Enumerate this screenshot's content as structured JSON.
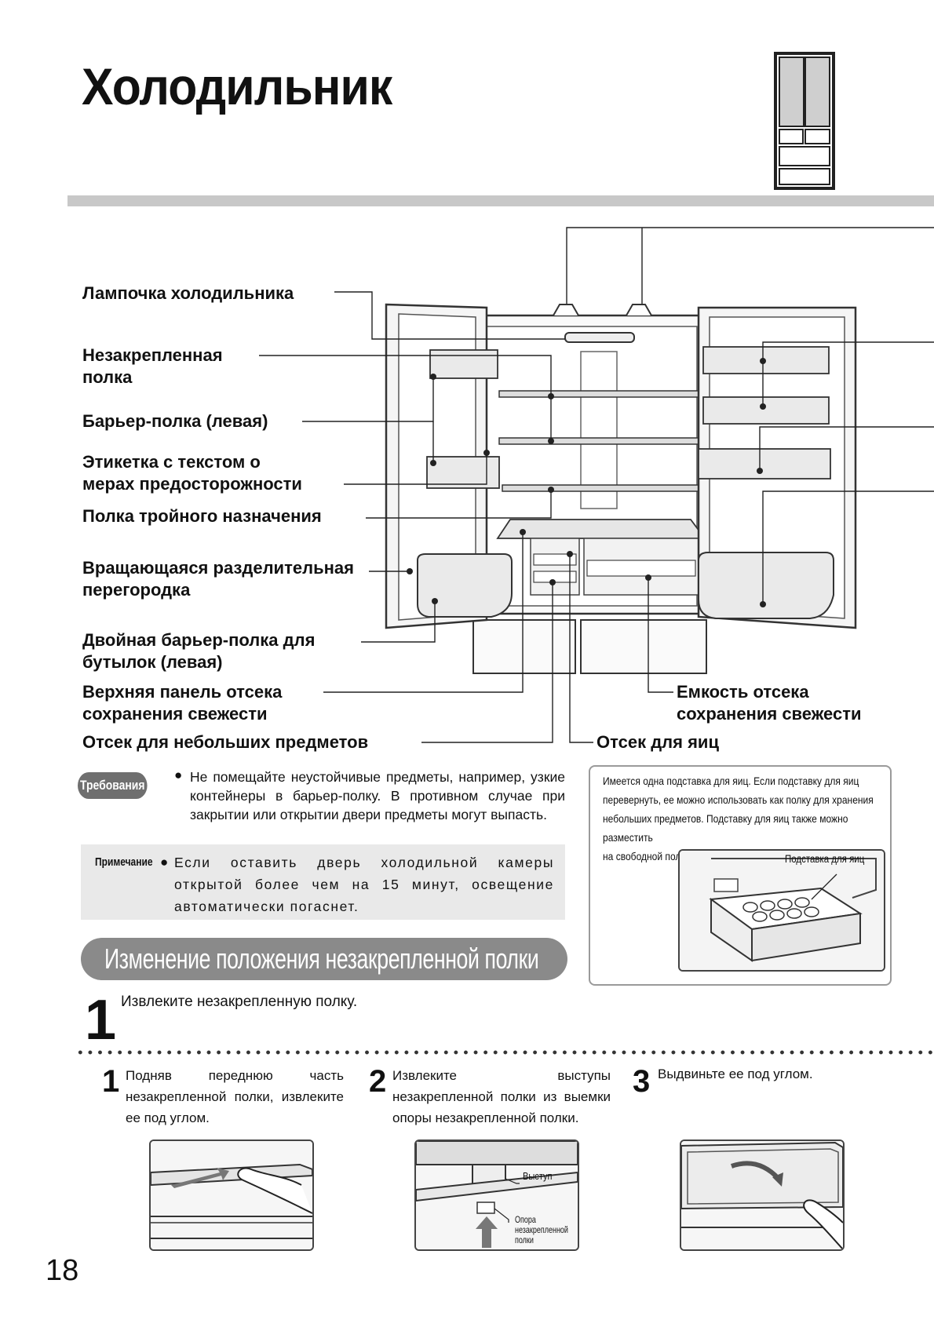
{
  "header": {
    "title": "Холодильник"
  },
  "labels_left": [
    {
      "id": "lamp",
      "lines": [
        "Лампочка холодильника"
      ]
    },
    {
      "id": "loose-shelf",
      "lines": [
        "Незакрепленная",
        "полка"
      ]
    },
    {
      "id": "barrier-left",
      "lines": [
        "Барьер-полка (левая)"
      ]
    },
    {
      "id": "caution-label",
      "lines": [
        "Этикетка с текстом о",
        "мерах предосторожности"
      ]
    },
    {
      "id": "triple-shelf",
      "lines": [
        "Полка тройного назначения"
      ]
    },
    {
      "id": "rotating-divider",
      "lines": [
        "Вращающаяся разделительная",
        "перегородка"
      ]
    },
    {
      "id": "double-barrier",
      "lines": [
        "Двойная барьер-полка для",
        "бутылок (левая)"
      ]
    },
    {
      "id": "fresh-top-panel",
      "lines": [
        "Верхняя панель отсека",
        "сохранения свежести"
      ]
    },
    {
      "id": "small-items",
      "lines": [
        "Отсек для небольших предметов"
      ]
    }
  ],
  "labels_right": [
    {
      "id": "fresh-container",
      "lines": [
        "Емкость отсека",
        "сохранения свежести"
      ]
    },
    {
      "id": "egg-compartment",
      "lines": [
        "Отсек для яиц"
      ]
    }
  ],
  "requirements": {
    "badge": "Требования",
    "bullet": "●",
    "text": "Не помещайте неустойчивые предметы, например, узкие контейнеры в барьер-полку. В противном случае при закрытии или открытии двери предметы могут выпасть."
  },
  "note": {
    "label": "Примечание",
    "bullet": "●",
    "text": "Если оставить дверь холодильной камеры открытой более чем на 15 минут, освещение автоматически погаснет."
  },
  "egg_info": {
    "lines": [
      "Имеется одна подставка для яиц. Если подставку для яиц",
      "перевернуть, ее можно использовать как полку для хранения",
      "небольших предметов. Подставку для яиц также можно разместить",
      "на свободной полке-барьере (правой) (правая нижняя)."
    ],
    "figure_label": "Подставка для яиц"
  },
  "section": {
    "title": "Изменение положения незакрепленной полки"
  },
  "main_step": {
    "number": "1",
    "text": "Извлеките незакрепленную полку."
  },
  "substeps": [
    {
      "number": "1",
      "text": "Подняв переднюю часть незакрепленной полки, извлеките ее под углом."
    },
    {
      "number": "2",
      "text": "Извлеките выступы незакрепленной полки из выемки опоры незакрепленной полки."
    },
    {
      "number": "3",
      "text": "Выдвиньте ее под углом."
    }
  ],
  "figure2_labels": {
    "protrusion": "Выступ",
    "support_lines": [
      "Опора",
      "незакрепленной",
      "полки"
    ]
  },
  "page_number": "18"
}
